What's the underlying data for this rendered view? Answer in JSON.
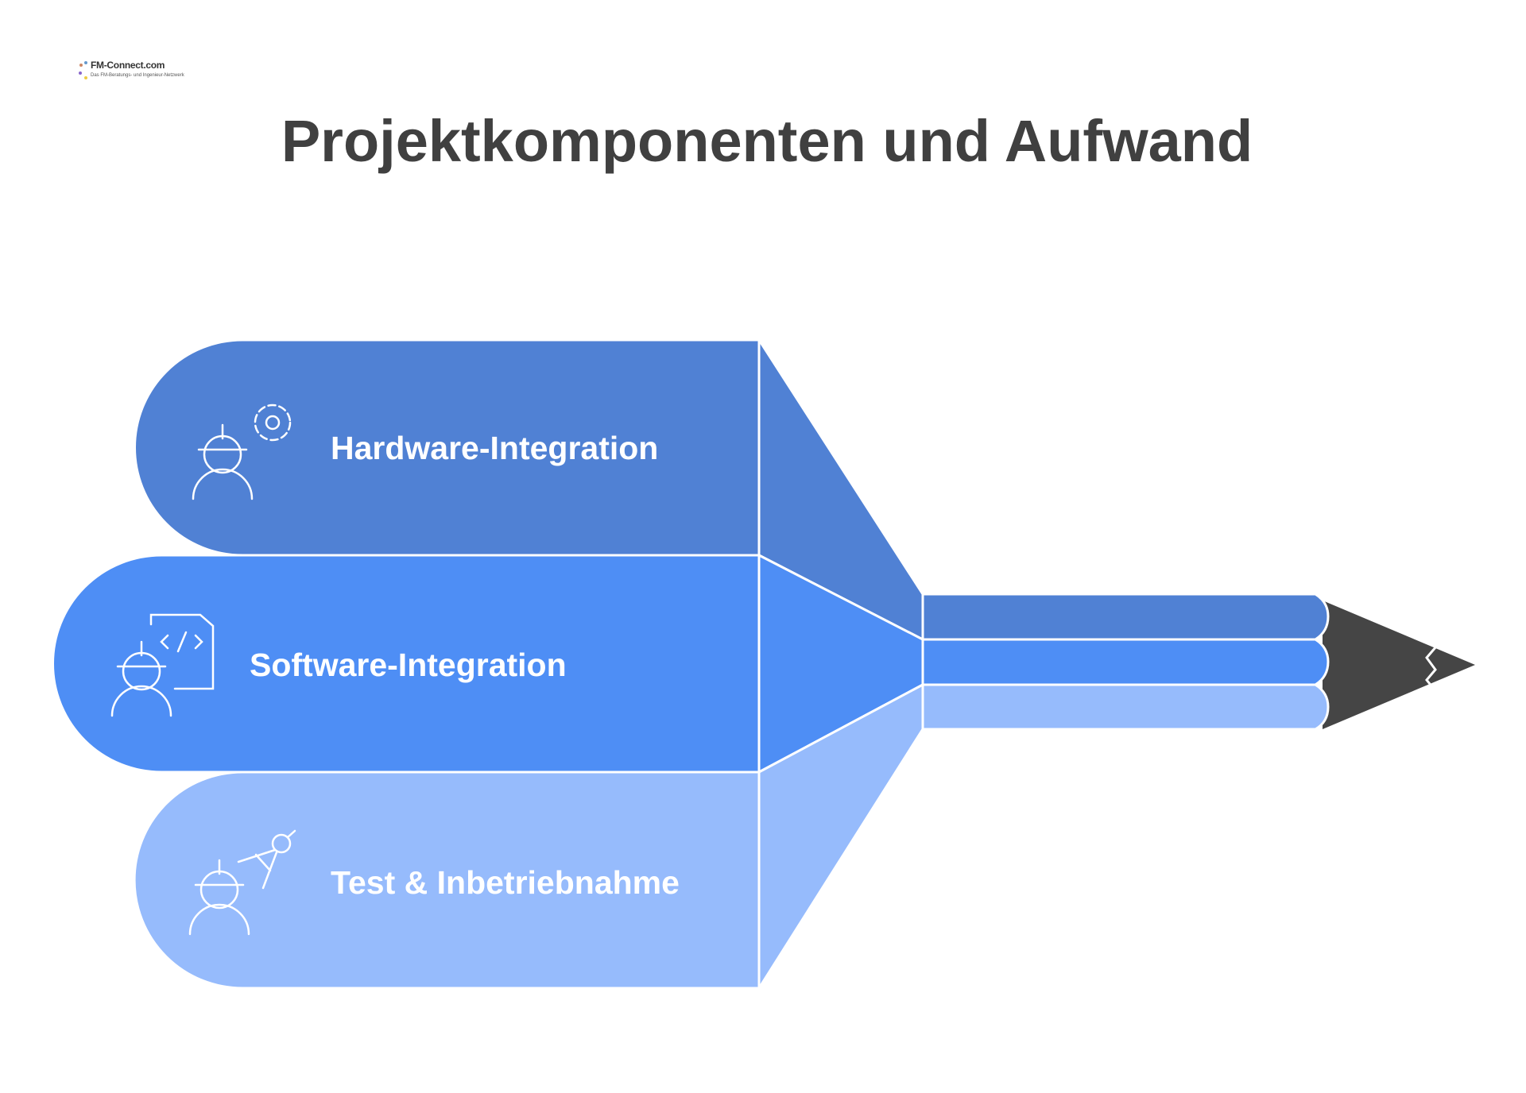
{
  "logo": {
    "name": "FM-Connect.com",
    "tagline": "Das FM-Beratungs- und Ingenieur-Netzwerk"
  },
  "title": "Projektkomponenten und Aufwand",
  "components": [
    {
      "label": "Hardware-Integration",
      "icon": "engineer-gear-icon",
      "color": "#5081D4"
    },
    {
      "label": "Software-Integration",
      "icon": "engineer-code-icon",
      "color": "#4E8EF5"
    },
    {
      "label": "Test & Inbetriebnahme",
      "icon": "engineer-compass-icon",
      "color": "#96BBFC"
    }
  ],
  "pencil_tip_color": "#454545"
}
